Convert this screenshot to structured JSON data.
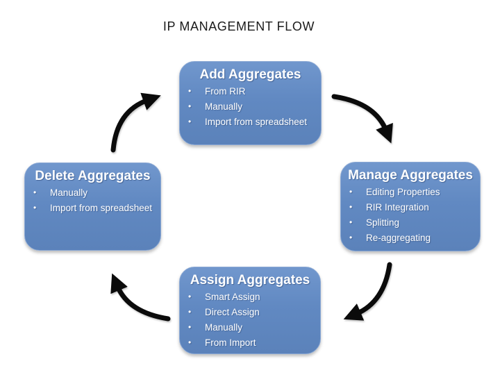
{
  "page": {
    "title": "IP MANAGEMENT FLOW",
    "background_color": "#FFFFFF"
  },
  "colors": {
    "box_fill": "#6189C2",
    "box_fill_highlight": "#7197CD",
    "box_border": "#8AA8D4",
    "box_text": "#FFFFFF",
    "arrow": "#0B0B0B",
    "title_text": "#1A1A1A"
  },
  "diagram": {
    "type": "cycle",
    "direction": "clockwise",
    "nodes": [
      {
        "id": "add-aggregates",
        "position": "top",
        "title": "Add Aggregates",
        "items": [
          "From RIR",
          "Manually",
          "Import from spreadsheet"
        ]
      },
      {
        "id": "manage-aggregates",
        "position": "right",
        "title": "Manage Aggregates",
        "items": [
          "Editing Properties",
          "RIR Integration",
          "Splitting",
          "Re-aggregating"
        ]
      },
      {
        "id": "assign-aggregates",
        "position": "bottom",
        "title": "Assign Aggregates",
        "items": [
          "Smart Assign",
          "Direct Assign",
          "Manually",
          "From Import"
        ]
      },
      {
        "id": "delete-aggregates",
        "position": "left",
        "title": "Delete Aggregates",
        "items": [
          "Manually",
          "Import from spreadsheet"
        ]
      }
    ],
    "arrows": [
      {
        "id": "arrow-add-to-manage",
        "from": "add-aggregates",
        "to": "manage-aggregates"
      },
      {
        "id": "arrow-manage-to-assign",
        "from": "manage-aggregates",
        "to": "assign-aggregates"
      },
      {
        "id": "arrow-assign-to-delete",
        "from": "assign-aggregates",
        "to": "delete-aggregates"
      },
      {
        "id": "arrow-delete-to-add",
        "from": "delete-aggregates",
        "to": "add-aggregates"
      }
    ]
  }
}
